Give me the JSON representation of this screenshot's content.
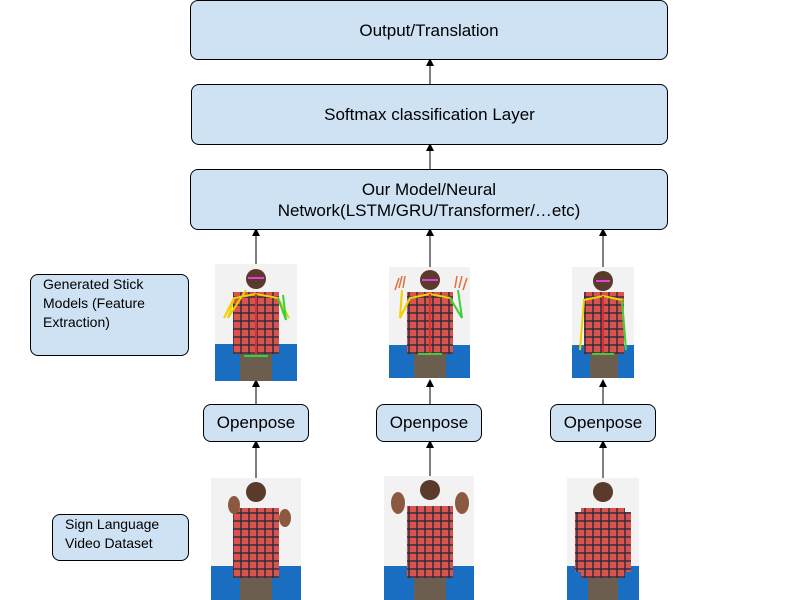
{
  "diagram": {
    "output_box": "Output/Translation",
    "softmax_box": "Softmax classification Layer",
    "model_box": {
      "line1": "Our Model/Neural",
      "line2": "Network(LSTM/GRU/Transformer/…etc)"
    },
    "stick_label": {
      "line1": "Generated Stick",
      "line2": "Models (Feature",
      "line3": "Extraction)"
    },
    "openpose": [
      "Openpose",
      "Openpose",
      "Openpose"
    ],
    "dataset_label": {
      "line1": "Sign Language",
      "line2": "Video Dataset"
    }
  },
  "colors": {
    "box_fill": "#cfe2f3",
    "shirt_red": "#d9534f",
    "shirt_check": "#2b2b3a",
    "wall_blue": "#1a6ec2",
    "pose_yellow": "#f0d000",
    "pose_green": "#3ccf3c",
    "pose_magenta": "#e040e0"
  },
  "icons": [
    "person-photo",
    "person-stick-photo"
  ]
}
